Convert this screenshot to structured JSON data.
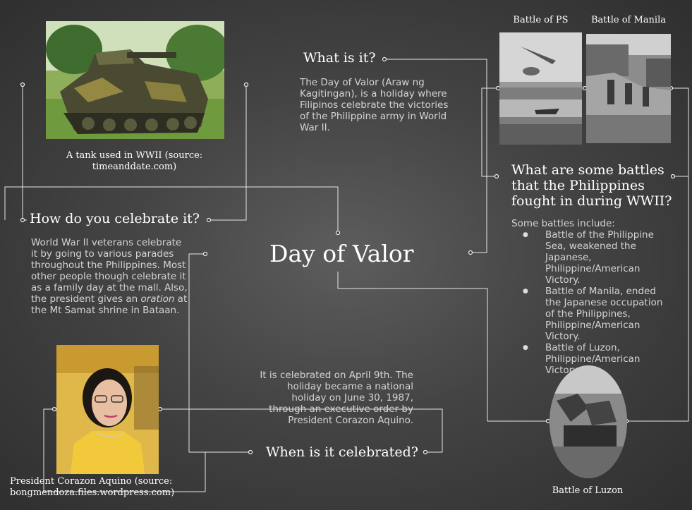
{
  "title": "Day of Valor",
  "what_is_it": {
    "heading": "What is it?",
    "text": "The Day of Valor (Araw ng Kagitingan), is a holiday where Filipinos celebrate the victories of the Philippine army in World War II."
  },
  "celebrate": {
    "heading": "How do you celebrate it?",
    "text_before": "World War II veterans celebrate it by going to various parades throughout the Philippines. Most other people though celebrate it as a family day at the mall. Also, the president gives an ",
    "text_italic": "oration",
    "text_after": " at the Mt Samat shrine in Bataan."
  },
  "when": {
    "heading": "When is it celebrated?",
    "text": "It is celebrated on April 9th. The holiday became a national holiday on June 30, 1987, through an executive order by President Corazon Aquino."
  },
  "battles": {
    "heading": "What are some battles that the Philippines fought in during WWII?",
    "intro": "Some battles include:",
    "items": [
      "Battle of the Philippine Sea, weakened the Japanese, Philippine/American Victory.",
      "Battle of Manila, ended the Japanese occupation of the Philippines, Philippine/American Victory.",
      "Battle of Luzon, Philippine/American Victory"
    ]
  },
  "captions": {
    "tank": "A tank used in WWII (source: timeanddate.com)",
    "aquino": "President Corazon Aquino (source: bongmendoza.files.wordpress.com)",
    "battle_ps": "Battle of PS",
    "battle_manila": "Battle of Manila",
    "battle_luzon": "Battle of Luzon"
  }
}
